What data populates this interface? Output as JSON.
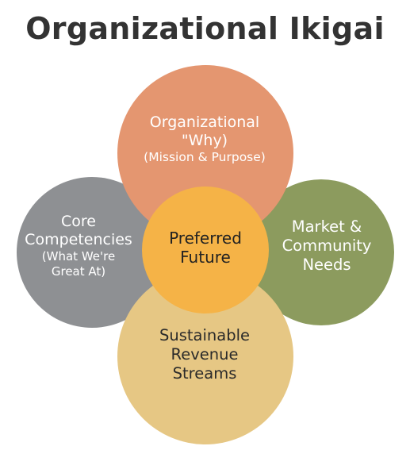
{
  "title": "Organizational Ikigai",
  "circles": {
    "why": {
      "lines": [
        "Organizational",
        "\"Why)",
        "(Mission & Purpose)"
      ],
      "color": "#E49670"
    },
    "core": {
      "lines": [
        "Core",
        "Competencies",
        "(What We're",
        "Great At)"
      ],
      "color": "#8E9093"
    },
    "market": {
      "lines": [
        "Market &",
        "Community",
        "Needs"
      ],
      "color": "#8C9B5E"
    },
    "revenue": {
      "lines": [
        "Sustainable",
        "Revenue",
        "Streams"
      ],
      "color": "#E6C784"
    },
    "center": {
      "lines": [
        "Preferred",
        "Future"
      ],
      "color": "#F5B347"
    }
  }
}
